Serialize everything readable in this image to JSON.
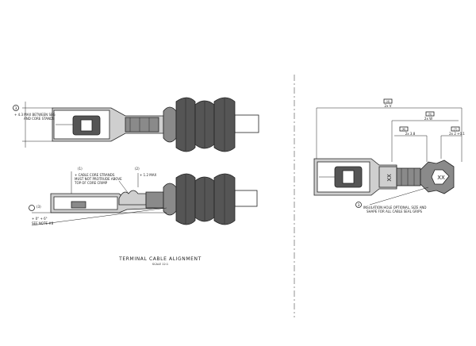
{
  "title": {
    "main": "TERMINAL CABLE ALIGNMENT",
    "scale": "SCALE 12:1"
  },
  "left_top": {
    "callout_num": "3",
    "note_line1": "+ 4.3 MAX BETWEEN SEG",
    "note_line2": "AND CORE STANDS"
  },
  "left_bottom": {
    "callout_a": "(1)",
    "callout_b": "(2)",
    "note_strands_line1": "+ CABLE CORE STRANDS",
    "note_strands_line2": "MUST NOT PROTRUDE ABOVE",
    "note_strands_line3": "TOP OF CORE CRIMP",
    "dim_max": "+ 1.2 MAX",
    "callout_c": "(3)",
    "angle_label": "+ 0° + 6°",
    "see_note": "SEE NOTE #8"
  },
  "right": {
    "dim_V_ref": "(4)",
    "dim_V": "2x V",
    "dim_W_ref": "(5)",
    "dim_W": "2x W",
    "dim_ref_a": "(6)",
    "dim_a": "2x 3.8",
    "dim_ref_b": "(7)",
    "dim_b": "2x 2 +0.1",
    "mark": "XX",
    "callout_num": "3",
    "note_line1": "INSULATION HOLE OPTIONAL, SIZE AND",
    "note_line2": "SHAPE FOR ALL CABLE SEAL GRIPS"
  },
  "colors": {
    "line": "#222222",
    "dark_fill": "#555555",
    "mid_fill": "#8a8a8a",
    "light_fill": "#cfcfcf"
  }
}
